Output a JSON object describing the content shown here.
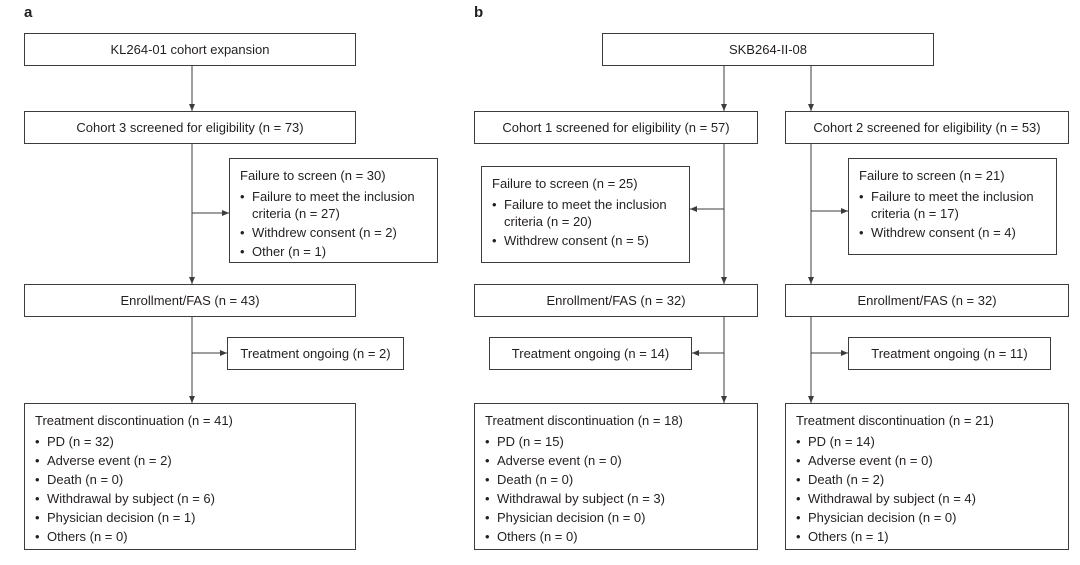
{
  "panel_a": {
    "label": "a",
    "root": "KL264-01 cohort expansion",
    "screened": {
      "text": "Cohort 3 screened for eligibility (",
      "n": "n",
      "val": " = 73)"
    },
    "failure": {
      "title": "Failure to screen (n = 30)",
      "items": [
        "Failure to meet the inclusion criteria (n = 27)",
        "Withdrew consent (n = 2)",
        "Other (n = 1)"
      ]
    },
    "enroll": "Enrollment/FAS (n = 43)",
    "ongoing": "Treatment ongoing (n = 2)",
    "discont": {
      "title": "Treatment discontinuation (n = 41)",
      "items": [
        "PD (n = 32)",
        "Adverse event (n = 2)",
        "Death (n = 0)",
        "Withdrawal by subject (n = 6)",
        "Physician decision (n = 1)",
        "Others (n = 0)"
      ]
    }
  },
  "panel_b": {
    "label": "b",
    "root": "SKB264-II-08",
    "cohort1": {
      "screened": "Cohort 1 screened for eligibility (n = 57)",
      "failure": {
        "title": "Failure to screen (n = 25)",
        "items": [
          "Failure to meet the inclusion criteria (n = 20)",
          "Withdrew consent (n = 5)"
        ]
      },
      "enroll": "Enrollment/FAS (n = 32)",
      "ongoing": "Treatment ongoing (n = 14)",
      "discont": {
        "title": "Treatment discontinuation (n = 18)",
        "items": [
          "PD (n = 15)",
          "Adverse event (n = 0)",
          "Death (n = 0)",
          "Withdrawal by subject (n = 3)",
          "Physician decision (n = 0)",
          "Others (n = 0)"
        ]
      }
    },
    "cohort2": {
      "screened": "Cohort 2 screened for eligibility (n = 53)",
      "failure": {
        "title": "Failure to screen (n = 21)",
        "items": [
          "Failure to meet the inclusion criteria (n = 17)",
          "Withdrew consent (n = 4)"
        ]
      },
      "enroll": "Enrollment/FAS (n = 32)",
      "ongoing": "Treatment ongoing (n = 11)",
      "discont": {
        "title": "Treatment discontinuation (n = 21)",
        "items": [
          "PD (n = 14)",
          "Adverse event (n = 0)",
          "Death (n = 2)",
          "Withdrawal by subject (n = 4)",
          "Physician decision (n = 0)",
          "Others (n = 1)"
        ]
      }
    }
  }
}
